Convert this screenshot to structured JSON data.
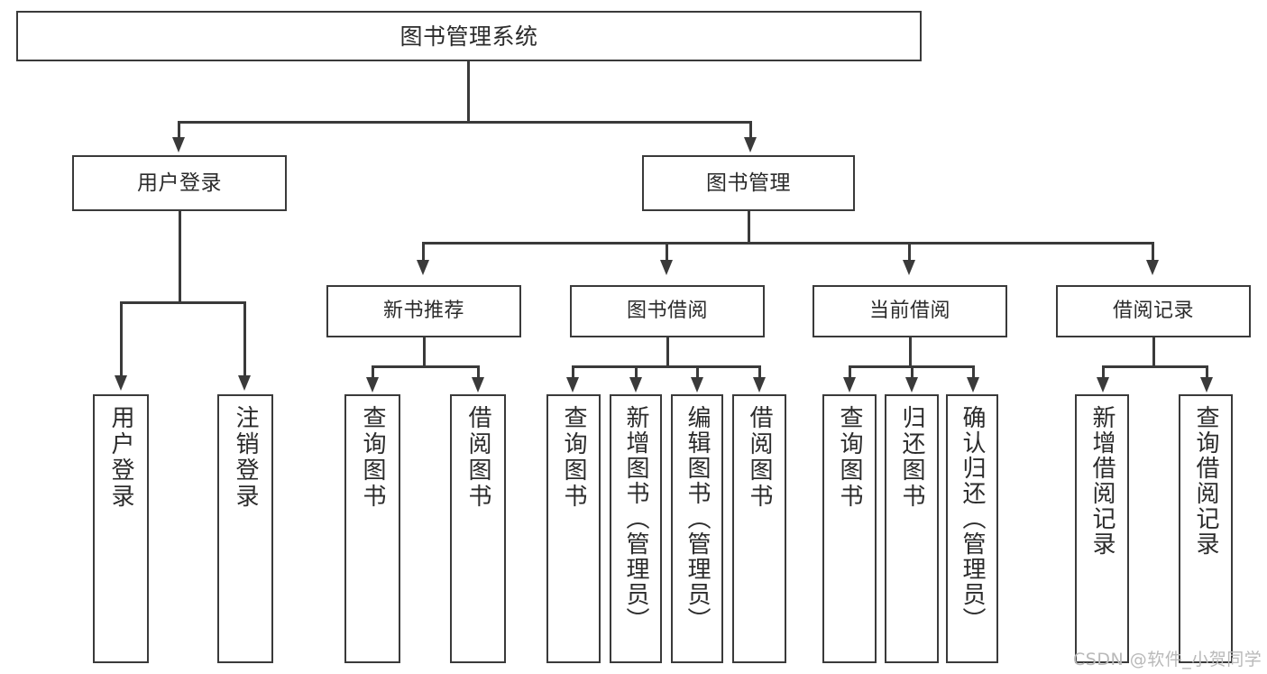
{
  "diagram": {
    "title": "图书管理系统",
    "type": "tree-hierarchy",
    "watermark": "CSDN @软件_小贺同学",
    "colors": {
      "stroke": "#3a3a3a",
      "text": "#2b2b2b",
      "background": "#ffffff",
      "watermark": "#b9b9b9"
    },
    "root": {
      "label": "图书管理系统"
    },
    "level2": [
      {
        "label": "用户登录"
      },
      {
        "label": "图书管理"
      }
    ],
    "level3": [
      {
        "label": "新书推荐"
      },
      {
        "label": "图书借阅"
      },
      {
        "label": "当前借阅"
      },
      {
        "label": "借阅记录"
      }
    ],
    "leaves": [
      {
        "label": "用户登录"
      },
      {
        "label": "注销登录"
      },
      {
        "label": "查询图书"
      },
      {
        "label": "借阅图书"
      },
      {
        "label": "查询图书"
      },
      {
        "label": "新增图书（管理员）"
      },
      {
        "label": "编辑图书（管理员）"
      },
      {
        "label": "借阅图书"
      },
      {
        "label": "查询图书"
      },
      {
        "label": "归还图书"
      },
      {
        "label": "确认归还（管理员）"
      },
      {
        "label": "新增借阅记录"
      },
      {
        "label": "查询借阅记录"
      }
    ]
  }
}
